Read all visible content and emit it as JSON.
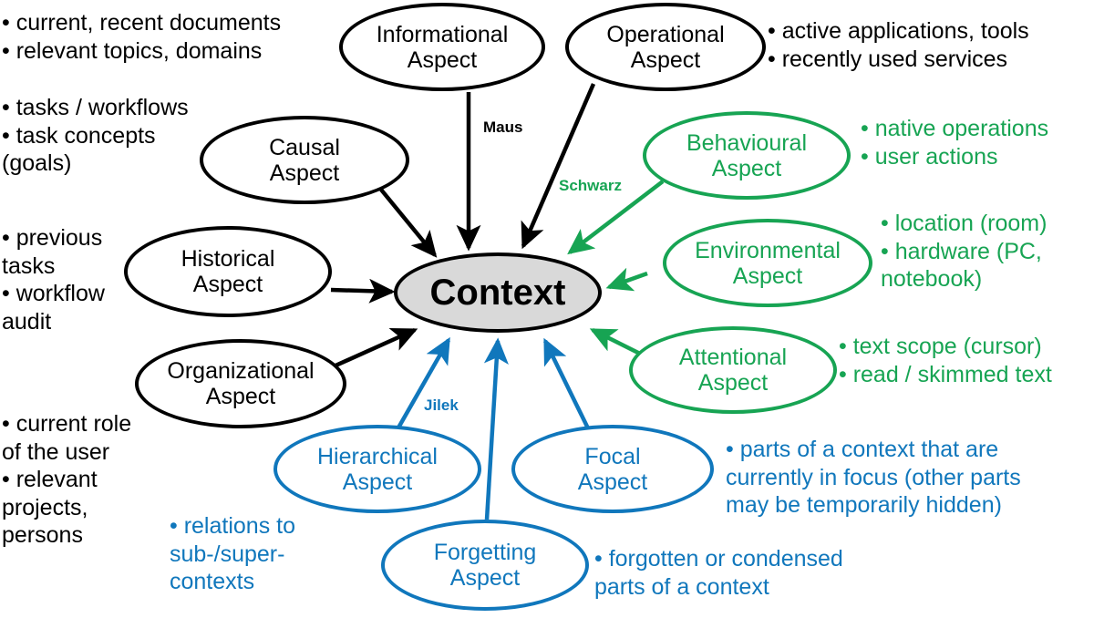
{
  "diagram": {
    "title": "Context",
    "colors": {
      "black": "#000000",
      "green": "#17a453",
      "blue": "#1077bc",
      "center_fill": "#d9d9d9"
    },
    "center_node": {
      "label": "Context"
    },
    "nodes": [
      {
        "id": "informational",
        "line1": "Informational",
        "line2": "Aspect",
        "group": "black"
      },
      {
        "id": "operational",
        "line1": "Operational",
        "line2": "Aspect",
        "group": "black"
      },
      {
        "id": "causal",
        "line1": "Causal",
        "line2": "Aspect",
        "group": "black"
      },
      {
        "id": "historical",
        "line1": "Historical",
        "line2": "Aspect",
        "group": "black"
      },
      {
        "id": "organizational",
        "line1": "Organizational",
        "line2": "Aspect",
        "group": "black"
      },
      {
        "id": "behavioural",
        "line1": "Behavioural",
        "line2": "Aspect",
        "group": "green"
      },
      {
        "id": "environmental",
        "line1": "Environmental",
        "line2": "Aspect",
        "group": "green"
      },
      {
        "id": "attentional",
        "line1": "Attentional",
        "line2": "Aspect",
        "group": "green"
      },
      {
        "id": "hierarchical",
        "line1": "Hierarchical",
        "line2": "Aspect",
        "group": "blue"
      },
      {
        "id": "focal",
        "line1": "Focal",
        "line2": "Aspect",
        "group": "blue"
      },
      {
        "id": "forgetting",
        "line1": "Forgetting",
        "line2": "Aspect",
        "group": "blue"
      }
    ],
    "edge_labels": [
      {
        "id": "maus",
        "text": "Maus",
        "group": "black"
      },
      {
        "id": "schwarz",
        "text": "Schwarz",
        "group": "green"
      },
      {
        "id": "jilek",
        "text": "Jilek",
        "group": "blue"
      }
    ],
    "notes": [
      {
        "id": "informational-note",
        "group": "black",
        "text": "• current, recent documents\n• relevant topics, domains"
      },
      {
        "id": "causal-note",
        "group": "black",
        "text": "• tasks / workflows\n• task concepts\n(goals)"
      },
      {
        "id": "historical-note",
        "group": "black",
        "text": "• previous\ntasks\n• workflow\naudit"
      },
      {
        "id": "organizational-note",
        "group": "black",
        "text": "• current role\nof the user\n• relevant\nprojects,\npersons"
      },
      {
        "id": "operational-note",
        "group": "black",
        "text": "• active applications, tools\n• recently used services"
      },
      {
        "id": "behavioural-note",
        "group": "green",
        "text": "• native operations\n• user actions"
      },
      {
        "id": "environmental-note",
        "group": "green",
        "text": "• location (room)\n• hardware (PC,\nnotebook)"
      },
      {
        "id": "attentional-note",
        "group": "green",
        "text": "• text scope (cursor)\n• read / skimmed text"
      },
      {
        "id": "focal-note",
        "group": "blue",
        "text": "• parts of a context that are\n  currently in focus (other parts\n  may be temporarily hidden)"
      },
      {
        "id": "hierarchical-note",
        "group": "blue",
        "text": "• relations to\n   sub-/super-\n   contexts"
      },
      {
        "id": "forgetting-note",
        "group": "blue",
        "text": "• forgotten or condensed\n  parts of a context"
      }
    ]
  }
}
